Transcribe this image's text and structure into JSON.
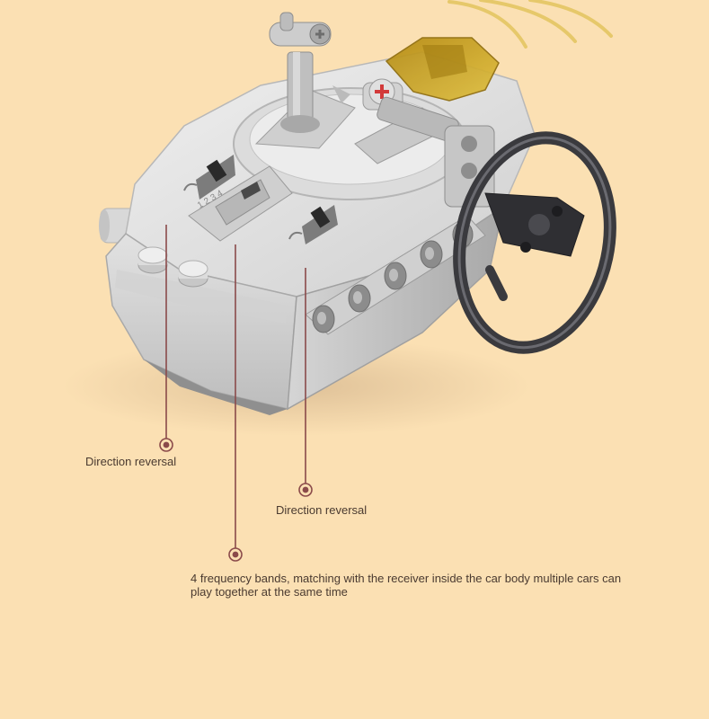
{
  "colors": {
    "background": "#fbe0b3",
    "callout_line": "#8a4a4a",
    "text": "#4a3a30",
    "signal_arcs": "#e6c86a",
    "plastic_light": "#e4e4e4",
    "plastic_mid": "#c9c9c9",
    "plastic_dark": "#9c9c9c",
    "wheel": "#3a3a3e",
    "antenna_cover": "#c9a21c"
  },
  "callouts": [
    {
      "id": "direction-reversal-left",
      "text": "Direction reversal"
    },
    {
      "id": "direction-reversal-right",
      "text": "Direction reversal"
    },
    {
      "id": "frequency-bands",
      "text": "4 frequency bands, matching with the receiver inside the car body multiple cars can play together at the same time"
    }
  ]
}
